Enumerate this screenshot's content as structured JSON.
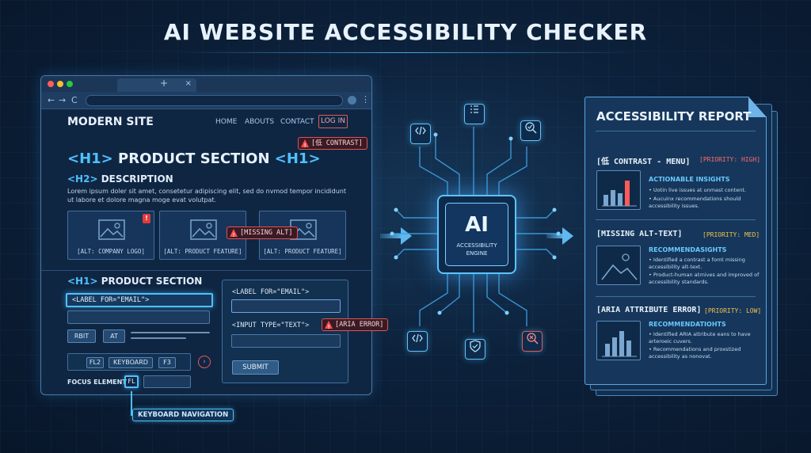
{
  "page": {
    "title": "AI WEBSITE ACCESSIBILITY CHECKER"
  },
  "browser": {
    "tab_close": "×",
    "tab_plus": "+",
    "nav_back": "←",
    "nav_forward": "→",
    "nav_reload": "C",
    "menu": "⋮",
    "site_name": "MODERN SITE",
    "nav": [
      "HOME",
      "ABOUTS",
      "CONTACT"
    ],
    "login": "LOG IN",
    "warning_contrast": "[低 CONTRAST]",
    "h1_tag_open": "<H1>",
    "h1_text": " PRODUCT SECTION ",
    "h1_tag_close": "<H1>",
    "h2_tag": "<H2>",
    "h2_text": " DESCRIPTION",
    "lorem": "Lorem ipsum doler sit amet, consetetur adipiscing elit, sed do nvmod tempor incididunt ut labore et dolore magna moge evat volutpat.",
    "image_flag": "!",
    "images": [
      {
        "alt": "[ALT: COMPANY LOGO]"
      },
      {
        "alt": "[ALT: PRODUCT FEATURE]"
      },
      {
        "alt": "[ALT: PRODUCT FEATURE]"
      }
    ],
    "warning_missing_alt": "[MISSING ALT]",
    "h1_second_tag": "<H1>",
    "h1_second_text": " PRODUCT SECTION",
    "label_email_left": "<LABEL FOR=\"EMAIL\">",
    "btn_rbit": "RBIT",
    "btn_at": "AT",
    "form": {
      "label_email": "<LABEL FOR=\"EMAIL\">",
      "input_type": "<INPUT TYPE=\"TEXT\">",
      "submit": "SUBMIT"
    },
    "warning_aria": "[ARIA ERROR]",
    "keys": [
      "FL2",
      "KEYBOARD",
      "F3"
    ],
    "next_arrow": "›",
    "focus_label": "FOCUS ELEMENT",
    "focus_key": "FL",
    "keyboard_callout": "KEYBOARD NAVIGATION"
  },
  "engine": {
    "chip_title": "AI",
    "chip_subtitle_1": "ACCESSIBILITY",
    "chip_subtitle_2": "ENGINE",
    "icons": [
      "code-icon",
      "list-icon",
      "magnify-check-icon",
      "code-icon",
      "shield-check-icon",
      "magnify-x-icon"
    ]
  },
  "report": {
    "title": "ACCESSIBILITY REPORT",
    "issues": [
      {
        "title": "[低 CONTRAST - MENU]",
        "priority": "[PRIORITY: HIGH]",
        "priority_color": "#ff6b6b",
        "section": "ACTIONABLE INSIGHTS",
        "bullets": [
          "Uotin live issues at unmast content.",
          "Aucuinx recommendations should accessibility issues."
        ]
      },
      {
        "title": "[MISSING ALT-TEXT]",
        "priority": "[PRIORITY: MED]",
        "priority_color": "#f2c14e",
        "section": "RECOMMENDASIGHTS",
        "bullets": [
          "Identified a contrast a fomt missing accessibility alt-text.",
          "Product-human atrnives and improved of accessibility standards."
        ]
      },
      {
        "title": "[ARIA ATTRIBUTE ERROR]",
        "priority": "[PRIORITY: LOW]",
        "priority_color": "#f2c14e",
        "section": "RECOMMENDATIOHTS",
        "bullets": [
          "Identified ARIA attribute eans to have arteroeic cuvers.",
          "Recommendations and proxstized accessibility as nonovat."
        ]
      }
    ]
  },
  "colors": {
    "accent": "#4fc0ff",
    "warning": "#e05252",
    "background": "#0c213b"
  }
}
